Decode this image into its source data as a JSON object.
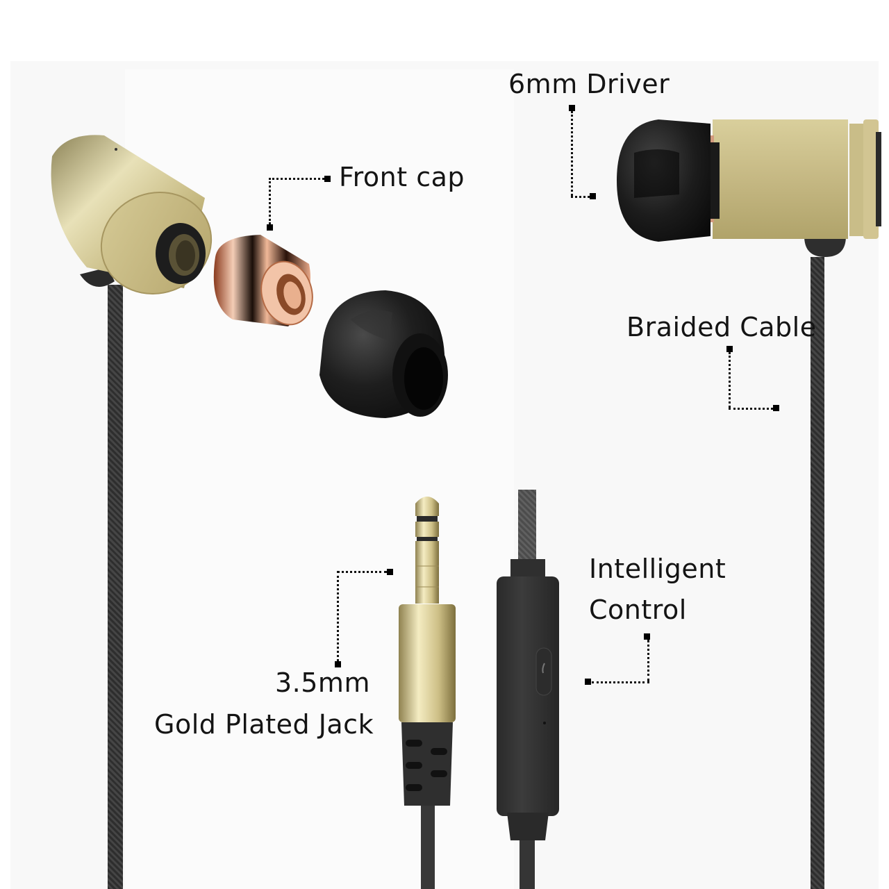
{
  "infographic": {
    "subject": "In-ear earphones with braided cable",
    "labels": {
      "driver": "6mm Driver",
      "front_cap": "Front cap",
      "braided_cable": "Braided Cable",
      "control_line1": "Intelligent",
      "control_line2": "Control",
      "jack_line1": "3.5mm",
      "jack_line2": "Gold Plated Jack"
    },
    "colors": {
      "background": "#ffffff",
      "gold_body": "#c9bd8a",
      "copper_cap": "#e3a585",
      "eartip": "#1f1f1f",
      "cable": "#383838",
      "label_text": "#141414",
      "callout_marker": "#000000"
    }
  }
}
